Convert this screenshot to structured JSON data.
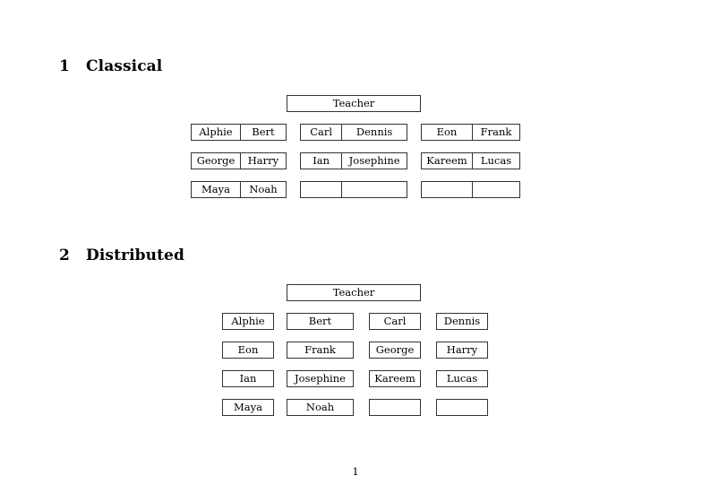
{
  "page": {
    "number": "1"
  },
  "sections": [
    {
      "number": "1",
      "title": "Classical",
      "root_label": "Teacher",
      "layout": "grouped-pairs",
      "groups": [
        {
          "rows": [
            {
              "cells": [
                "Alphie",
                "Bert"
              ]
            },
            {
              "cells": [
                "George",
                "Harry"
              ]
            },
            {
              "cells": [
                "Maya",
                "Noah"
              ]
            }
          ]
        },
        {
          "rows": [
            {
              "cells": [
                "Carl",
                "Dennis"
              ]
            },
            {
              "cells": [
                "Ian",
                "Josephine"
              ]
            },
            {
              "cells": [
                "",
                ""
              ]
            }
          ]
        },
        {
          "rows": [
            {
              "cells": [
                "Eon",
                "Frank"
              ]
            },
            {
              "cells": [
                "Kareem",
                "Lucas"
              ]
            },
            {
              "cells": [
                "",
                ""
              ]
            }
          ]
        }
      ]
    },
    {
      "number": "2",
      "title": "Distributed",
      "root_label": "Teacher",
      "layout": "individual-boxes",
      "rows": [
        {
          "cells": [
            "Alphie",
            "Bert",
            "Carl",
            "Dennis"
          ]
        },
        {
          "cells": [
            "Eon",
            "Frank",
            "George",
            "Harry"
          ]
        },
        {
          "cells": [
            "Ian",
            "Josephine",
            "Kareem",
            "Lucas"
          ]
        },
        {
          "cells": [
            "Maya",
            "Noah",
            "",
            ""
          ]
        }
      ]
    }
  ],
  "colors": {
    "background": "#ffffff",
    "text": "#000000",
    "border": "#333333"
  }
}
